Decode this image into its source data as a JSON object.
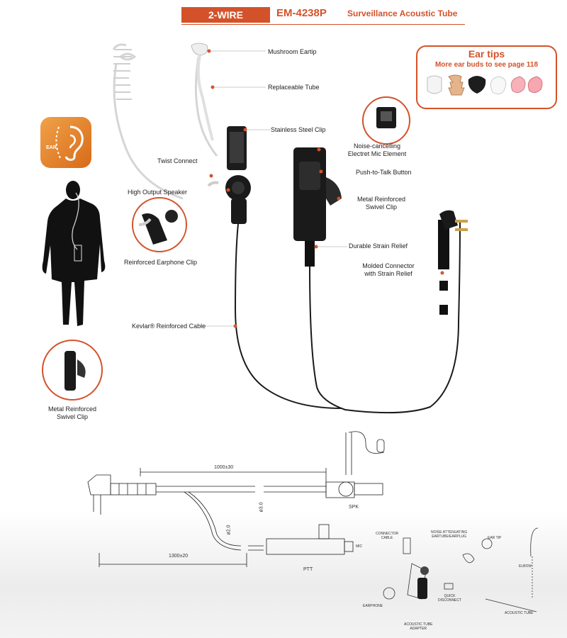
{
  "header": {
    "tag": "2-WIRE",
    "model": "EM-4238P",
    "description": "Surveillance Acoustic Tube"
  },
  "ear_tips_box": {
    "title": "Ear tips",
    "subtitle": "More ear buds to see page 118"
  },
  "ear_icon": {
    "label": "EAR"
  },
  "callouts": {
    "mushroom_eartip": "Mushroom Eartip",
    "replaceable_tube": "Replaceable Tube",
    "stainless_steel_clip": "Stainless Steel Clip",
    "twist_connect": "Twist Connect",
    "high_output_speaker": "High Output Speaker",
    "reinforced_earphone_clip": "Reinforced Earphone Clip",
    "noise_cancelling_line1": "Noise-cancelling",
    "noise_cancelling_line2": "Electret Mic Element",
    "push_to_talk": "Push-to-Talk Button",
    "metal_swivel_line1": "Metal Reinforced",
    "metal_swivel_line2": "Swivel Clip",
    "durable_strain_relief": "Durable Strain Relief",
    "molded_connector_line1": "Molded Connector",
    "molded_connector_line2": "with Strain Relief",
    "kevlar_cable": "Kevlar® Reinforced Cable",
    "left_swivel_line1": "Metal Reinforced",
    "left_swivel_line2": "Swivel Clip"
  },
  "drawing": {
    "dim_top": "1000±30",
    "dim_bottom": "1300±20",
    "dia_30": "ø3.0",
    "dia_20": "ø2.0",
    "spk": "SPK",
    "ptt": "PTT",
    "mic": "MIC"
  },
  "exploded": {
    "connector_cable": [
      "CONNECTOR",
      "CABLE"
    ],
    "noise_attenuating": [
      "NOISE ATTENUATING",
      "EARTUBE/EARPLUG"
    ],
    "ear_tip": "EAR TIP",
    "elbow": "ELBOW",
    "quick_disconnect": [
      "QUICK",
      "DISCONNECT"
    ],
    "earphone": "EARPHONE",
    "acoustic_tube_adapter": [
      "ACOUSTIC TUBE",
      "ADAPTER"
    ],
    "acoustic_tube": "ACOUSTIC TUBE"
  },
  "colors": {
    "accent": "#d4522a",
    "icon_orange": "#e8862e",
    "cable": "#1a1a1a"
  }
}
